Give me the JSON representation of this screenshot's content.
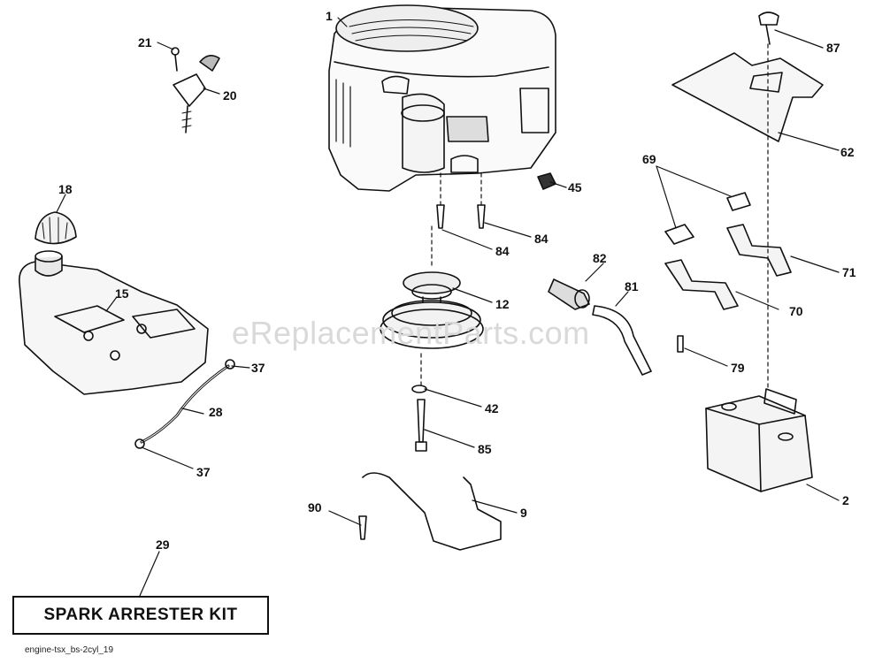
{
  "watermark": "eReplacementParts.com",
  "kit_label": "SPARK ARRESTER KIT",
  "diagram_code": "engine-tsx_bs-2cyl_19",
  "callouts": {
    "c1": "1",
    "c21": "21",
    "c20": "20",
    "c18": "18",
    "c15": "15",
    "c37a": "37",
    "c28": "28",
    "c37b": "37",
    "c29": "29",
    "c45": "45",
    "c84a": "84",
    "c84b": "84",
    "c12": "12",
    "c42": "42",
    "c85": "85",
    "c90": "90",
    "c9": "9",
    "c82": "82",
    "c81": "81",
    "c87": "87",
    "c62": "62",
    "c69": "69",
    "c71": "71",
    "c70": "70",
    "c79": "79",
    "c2": "2"
  }
}
